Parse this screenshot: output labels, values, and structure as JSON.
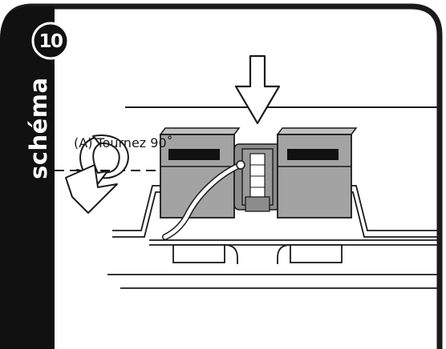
{
  "step": {
    "number": "10"
  },
  "side_label": "schéma",
  "callout": {
    "text": "(A) Tournez 90˚"
  },
  "colors": {
    "frame": "#1a1a1a",
    "side_bar": "#111111",
    "box_fill": "#9a9a9a",
    "box_front": "#a3a3a3",
    "box_top": "#c2c2c2",
    "coupler_fill": "#8c8c8c",
    "label_window": "#111111"
  },
  "icons": {
    "insert_arrow": "down-arrow-icon",
    "rotate_arrow": "rotate-arrow-icon"
  }
}
